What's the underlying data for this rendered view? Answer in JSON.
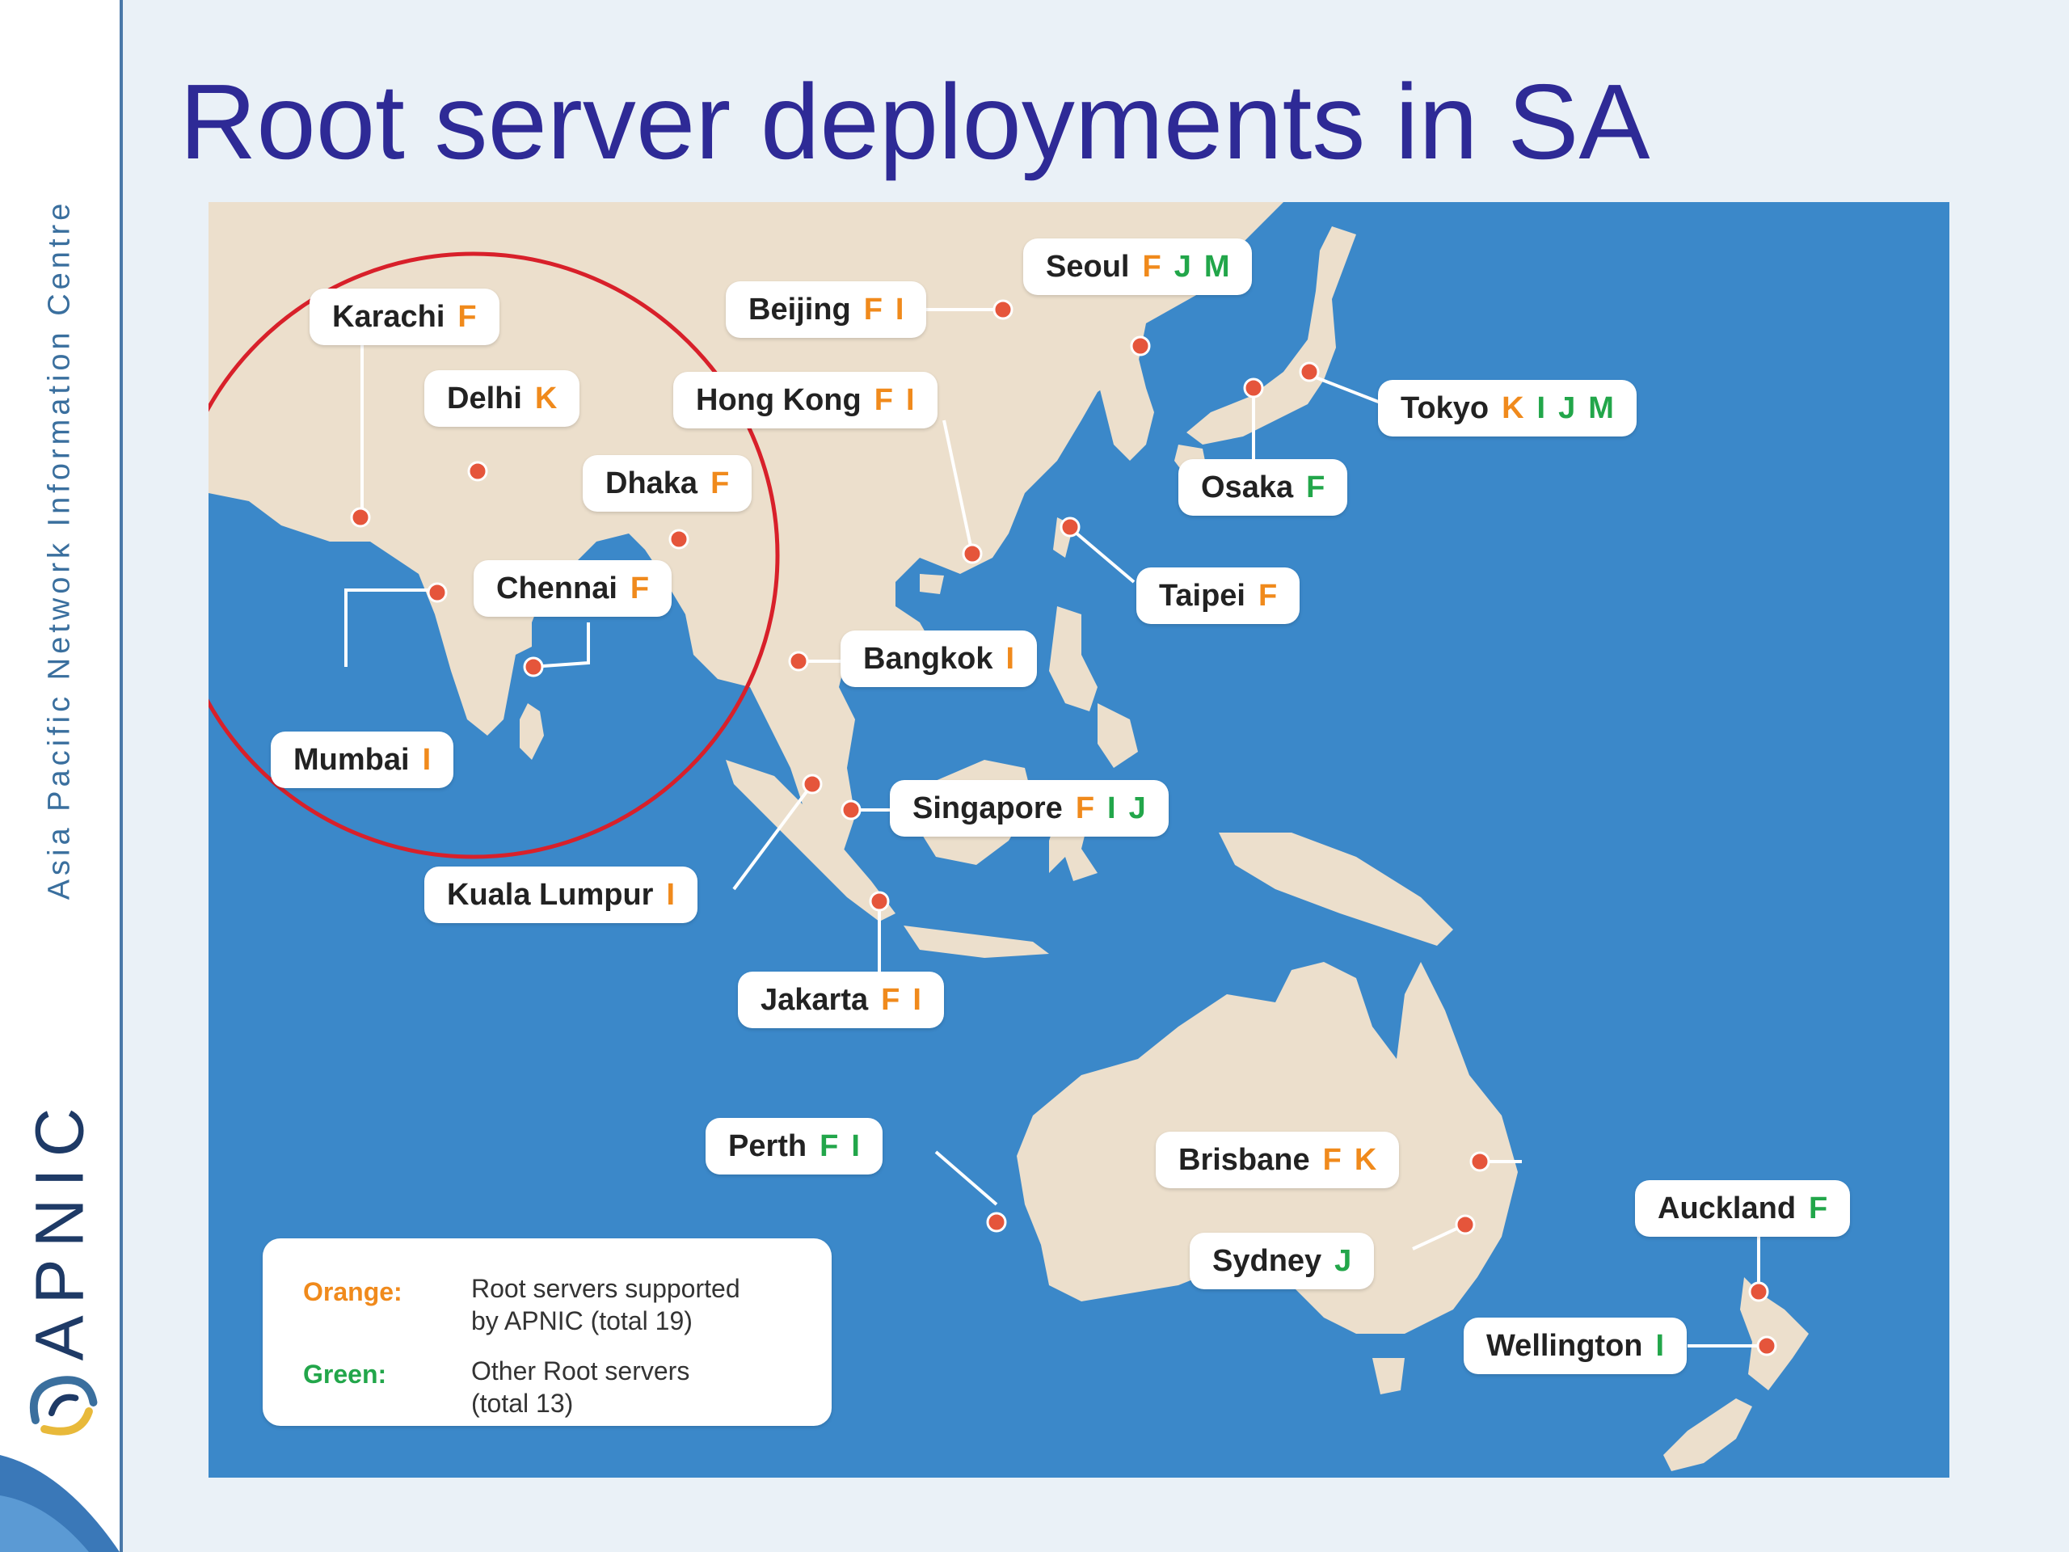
{
  "title": "Root server deployments in SA",
  "sidebar": {
    "org_name": "Asia Pacific Network Information Centre",
    "brand": "APNIC"
  },
  "colors": {
    "orange": "#f08a1c",
    "green": "#22a64a",
    "ocean": "#3b88c9",
    "land": "#ecdfcc",
    "marker": "#e5553b",
    "circle": "#d8202a",
    "title": "#2e2a96"
  },
  "cities": [
    {
      "name": "Karachi",
      "servers": [
        {
          "l": "F",
          "c": "o"
        }
      ]
    },
    {
      "name": "Delhi",
      "servers": [
        {
          "l": "K",
          "c": "o"
        }
      ]
    },
    {
      "name": "Dhaka",
      "servers": [
        {
          "l": "F",
          "c": "o"
        }
      ]
    },
    {
      "name": "Chennai",
      "servers": [
        {
          "l": "F",
          "c": "o"
        }
      ]
    },
    {
      "name": "Mumbai",
      "servers": [
        {
          "l": "I",
          "c": "o"
        }
      ]
    },
    {
      "name": "Beijing",
      "servers": [
        {
          "l": "F",
          "c": "o"
        },
        {
          "l": "I",
          "c": "o"
        }
      ]
    },
    {
      "name": "Hong Kong",
      "servers": [
        {
          "l": "F",
          "c": "o"
        },
        {
          "l": "I",
          "c": "o"
        }
      ]
    },
    {
      "name": "Seoul",
      "servers": [
        {
          "l": "F",
          "c": "o"
        },
        {
          "l": "J",
          "c": "g"
        },
        {
          "l": "M",
          "c": "g"
        }
      ]
    },
    {
      "name": "Tokyo",
      "servers": [
        {
          "l": "K",
          "c": "o"
        },
        {
          "l": "I",
          "c": "g"
        },
        {
          "l": "J",
          "c": "g"
        },
        {
          "l": "M",
          "c": "g"
        }
      ]
    },
    {
      "name": "Osaka",
      "servers": [
        {
          "l": "F",
          "c": "g"
        }
      ]
    },
    {
      "name": "Taipei",
      "servers": [
        {
          "l": "F",
          "c": "o"
        }
      ]
    },
    {
      "name": "Bangkok",
      "servers": [
        {
          "l": "I",
          "c": "o"
        }
      ]
    },
    {
      "name": "Singapore",
      "servers": [
        {
          "l": "F",
          "c": "o"
        },
        {
          "l": "I",
          "c": "g"
        },
        {
          "l": "J",
          "c": "g"
        }
      ]
    },
    {
      "name": "Kuala Lumpur",
      "servers": [
        {
          "l": "I",
          "c": "o"
        }
      ]
    },
    {
      "name": "Jakarta",
      "servers": [
        {
          "l": "F",
          "c": "o"
        },
        {
          "l": "I",
          "c": "o"
        }
      ]
    },
    {
      "name": "Perth",
      "servers": [
        {
          "l": "F",
          "c": "g"
        },
        {
          "l": "I",
          "c": "g"
        }
      ]
    },
    {
      "name": "Brisbane",
      "servers": [
        {
          "l": "F",
          "c": "o"
        },
        {
          "l": "K",
          "c": "o"
        }
      ]
    },
    {
      "name": "Sydney",
      "servers": [
        {
          "l": "J",
          "c": "g"
        }
      ]
    },
    {
      "name": "Auckland",
      "servers": [
        {
          "l": "F",
          "c": "g"
        }
      ]
    },
    {
      "name": "Wellington",
      "servers": [
        {
          "l": "I",
          "c": "g"
        }
      ]
    }
  ],
  "legend": {
    "orange_key": "Orange:",
    "orange_line1": "Root servers supported",
    "orange_line2": "by APNIC (total 19)",
    "green_key": "Green:",
    "green_line1": "Other Root servers",
    "green_line2": "(total 13)"
  }
}
